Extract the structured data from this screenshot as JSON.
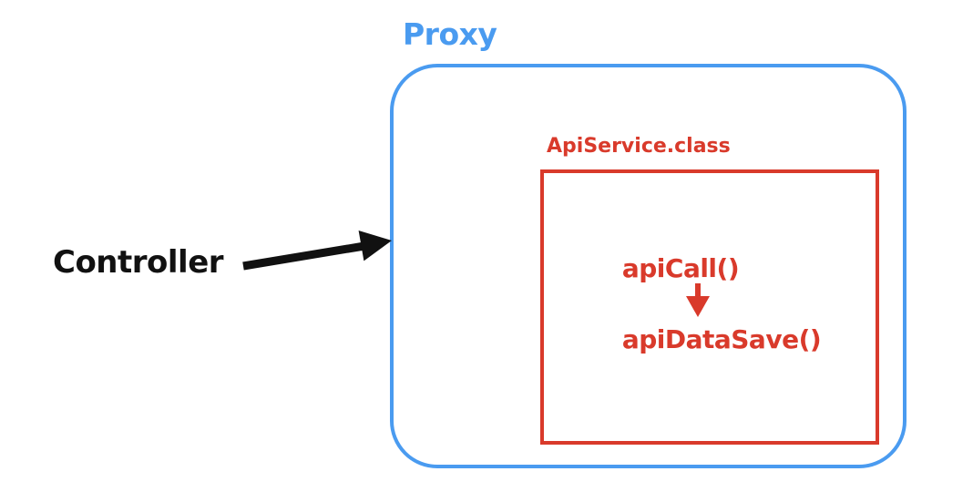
{
  "diagram": {
    "controller_label": "Controller",
    "proxy_box": {
      "label": "Proxy"
    },
    "api_service_box": {
      "label": "ApiService.class",
      "methods": [
        "apiCall()",
        "apiDataSave()"
      ]
    },
    "arrows": [
      {
        "icon": "right-arrow-icon",
        "from": "Controller",
        "to": "Proxy",
        "color": "#111111"
      },
      {
        "icon": "down-arrow-icon",
        "from": "apiCall()",
        "to": "apiDataSave()",
        "color": "#d93a2b"
      }
    ],
    "colors": {
      "blue": "#4a9bf0",
      "red": "#d93a2b",
      "black": "#111111",
      "background": "#ffffff"
    }
  }
}
